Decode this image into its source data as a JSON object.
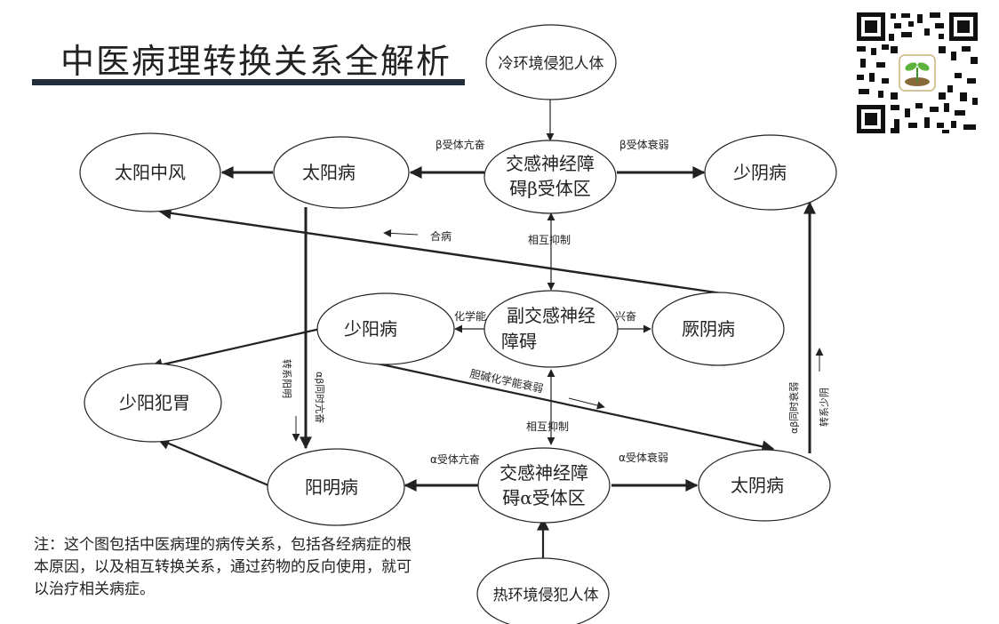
{
  "title": "中医病理转换关系全解析",
  "note": "注：这个图包括中医病理的病传关系，包括各经病症的根本原因，以及相互转换关系，通过药物的反向使用，就可以治疗相关病症。",
  "nodes": {
    "cold": [
      "冷环境侵犯人体"
    ],
    "beta": [
      "交感神经障",
      "碍β受体区"
    ],
    "taiyang_zhongfeng": [
      "太阳中风"
    ],
    "taiyang": [
      "太阳病"
    ],
    "shaoyin": [
      "少阴病"
    ],
    "para": [
      "副交感神经",
      "障碍"
    ],
    "shaoyang": [
      "少阳病"
    ],
    "jueyin": [
      "厥阴病"
    ],
    "shaoyang_fanwei": [
      "少阳犯胃"
    ],
    "alpha": [
      "交感神经障",
      "碍α受体区"
    ],
    "yangming": [
      "阳明病"
    ],
    "taiyin": [
      "太阴病"
    ],
    "hot": [
      "热环境侵犯人体"
    ]
  },
  "edge_labels": {
    "beta_kangfen": "β受体亢奋",
    "beta_shuairuo": "β受体衰弱",
    "hebing": "合病",
    "xianghu_top": "相互抑制",
    "huaxueneng": "化学能",
    "xingfen": "兴奋",
    "danjian": "胆碱化学能衰弱",
    "xianghu_bottom": "相互抑制",
    "zhuanxi_yangming": "转系阳明",
    "ab_tongshi_kangfen": "αβ同时亢奋",
    "ab_tongshi_shuairuo": "αβ同时衰弱",
    "zhuanxi_shaoyin": "转系少阴",
    "alpha_kangfen": "α受体亢奋",
    "alpha_shuairuo": "α受体衰弱"
  },
  "qr_icon": "qr-code-with-sprout-logo"
}
